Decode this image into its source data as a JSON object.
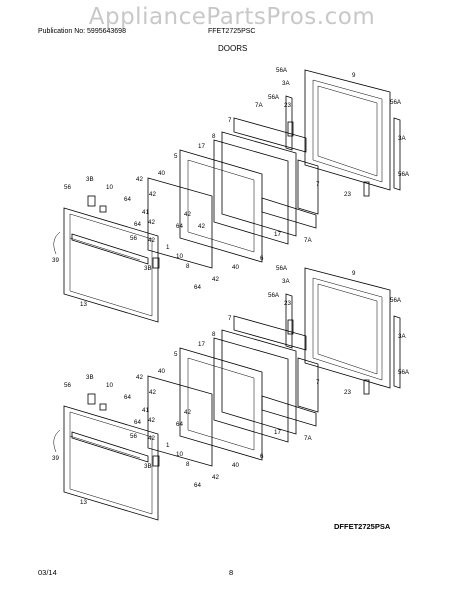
{
  "header": {
    "watermark": "AppliancePartsPros.com",
    "publication": "Publication No: 5995643698",
    "model": "FFET2725PSC",
    "section_title": "DOORS"
  },
  "footer": {
    "drawing_code": "DFFET2725PSA",
    "date": "03/14",
    "page": "8"
  },
  "callouts": {
    "upper": [
      {
        "id": "u-56A-a",
        "label": "56A"
      },
      {
        "id": "u-9",
        "label": "9"
      },
      {
        "id": "u-3A-a",
        "label": "3A"
      },
      {
        "id": "u-56A-b",
        "label": "56A"
      },
      {
        "id": "u-7A-a",
        "label": "7A"
      },
      {
        "id": "u-23-a",
        "label": "23"
      },
      {
        "id": "u-56A-c",
        "label": "56A"
      },
      {
        "id": "u-7-a",
        "label": "7"
      },
      {
        "id": "u-3A-b",
        "label": "3A"
      },
      {
        "id": "u-8",
        "label": "8"
      },
      {
        "id": "u-17",
        "label": "17"
      },
      {
        "id": "u-5",
        "label": "5"
      },
      {
        "id": "u-56A-d",
        "label": "56A"
      },
      {
        "id": "u-7-b",
        "label": "7"
      },
      {
        "id": "u-23-b",
        "label": "23"
      },
      {
        "id": "u-42-a",
        "label": "42"
      },
      {
        "id": "u-40-a",
        "label": "40"
      },
      {
        "id": "u-3B",
        "label": "3B"
      },
      {
        "id": "u-56-a",
        "label": "56"
      },
      {
        "id": "u-10",
        "label": "10"
      },
      {
        "id": "u-64-a",
        "label": "64"
      },
      {
        "id": "u-42-b",
        "label": "42"
      },
      {
        "id": "u-41",
        "label": "41"
      },
      {
        "id": "u-42-c",
        "label": "42"
      },
      {
        "id": "u-64-b",
        "label": "64"
      },
      {
        "id": "u-42-d",
        "label": "42"
      },
      {
        "id": "u-64-c",
        "label": "64"
      },
      {
        "id": "u-42-e",
        "label": "42"
      },
      {
        "id": "u-56-b",
        "label": "56"
      },
      {
        "id": "u-42-f",
        "label": "42"
      },
      {
        "id": "u-17-b",
        "label": "17"
      },
      {
        "id": "u-7A-b",
        "label": "7A"
      },
      {
        "id": "u-39",
        "label": "39"
      },
      {
        "id": "u-1",
        "label": "1"
      },
      {
        "id": "u-10-b",
        "label": "10"
      },
      {
        "id": "u-6",
        "label": "6"
      },
      {
        "id": "u-3B-b",
        "label": "3B"
      },
      {
        "id": "u-8-b",
        "label": "8"
      },
      {
        "id": "u-40-b",
        "label": "40"
      },
      {
        "id": "u-42-g",
        "label": "42"
      },
      {
        "id": "u-64-d",
        "label": "64"
      },
      {
        "id": "u-13",
        "label": "13"
      }
    ],
    "lower": [
      {
        "id": "l-56A-a",
        "label": "56A"
      },
      {
        "id": "l-9",
        "label": "9"
      },
      {
        "id": "l-3A-a",
        "label": "3A"
      },
      {
        "id": "l-56A-b",
        "label": "56A"
      },
      {
        "id": "l-23-a",
        "label": "23"
      },
      {
        "id": "l-56A-c",
        "label": "56A"
      },
      {
        "id": "l-7",
        "label": "7"
      },
      {
        "id": "l-3A-b",
        "label": "3A"
      },
      {
        "id": "l-8",
        "label": "8"
      },
      {
        "id": "l-17",
        "label": "17"
      },
      {
        "id": "l-5",
        "label": "5"
      },
      {
        "id": "l-56A-d",
        "label": "56A"
      },
      {
        "id": "l-7-b",
        "label": "7"
      },
      {
        "id": "l-23-b",
        "label": "23"
      },
      {
        "id": "l-42-a",
        "label": "42"
      },
      {
        "id": "l-40-a",
        "label": "40"
      },
      {
        "id": "l-3B",
        "label": "3B"
      },
      {
        "id": "l-56-a",
        "label": "56"
      },
      {
        "id": "l-10",
        "label": "10"
      },
      {
        "id": "l-64-a",
        "label": "64"
      },
      {
        "id": "l-42-b",
        "label": "42"
      },
      {
        "id": "l-41",
        "label": "41"
      },
      {
        "id": "l-42-c",
        "label": "42"
      },
      {
        "id": "l-64-b",
        "label": "64"
      },
      {
        "id": "l-42-d",
        "label": "42"
      },
      {
        "id": "l-64-c",
        "label": "64"
      },
      {
        "id": "l-56-b",
        "label": "56"
      },
      {
        "id": "l-42-e",
        "label": "42"
      },
      {
        "id": "l-17-b",
        "label": "17"
      },
      {
        "id": "l-7A",
        "label": "7A"
      },
      {
        "id": "l-39",
        "label": "39"
      },
      {
        "id": "l-1",
        "label": "1"
      },
      {
        "id": "l-10-b",
        "label": "10"
      },
      {
        "id": "l-6",
        "label": "6"
      },
      {
        "id": "l-3B-b",
        "label": "3B"
      },
      {
        "id": "l-8-b",
        "label": "8"
      },
      {
        "id": "l-40-b",
        "label": "40"
      },
      {
        "id": "l-42-f",
        "label": "42"
      },
      {
        "id": "l-64-d",
        "label": "64"
      },
      {
        "id": "l-13",
        "label": "13"
      }
    ]
  }
}
